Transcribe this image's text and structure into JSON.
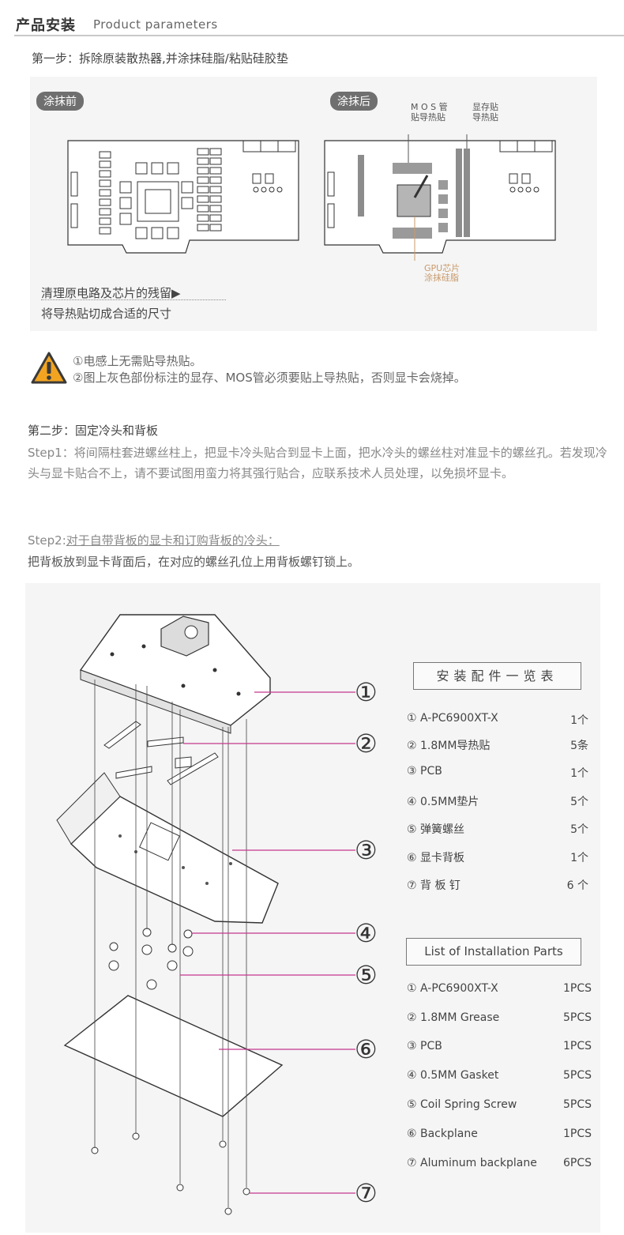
{
  "header": {
    "title_cn": "产品安装",
    "title_en": "Product parameters"
  },
  "step_one": {
    "heading": "第一步：拆除原装散热器,并涂抹硅脂/粘贴硅胶垫",
    "tag_before": "涂抹前",
    "tag_after": "涂抹后",
    "mos_label_1": "M O S 管",
    "mos_label_2": "贴导热贴",
    "vram_label_1": "显存贴",
    "vram_label_2": "导热贴",
    "gpu_label_1": "GPU芯片",
    "gpu_label_2": "涂抹硅脂",
    "clean_text": "清理原电路及芯片的残留▶",
    "pad_text": "将导热贴切成合适的尺寸"
  },
  "warning": {
    "line1": "①电感上无需贴导热贴。",
    "line2": "②图上灰色部份标注的显存、MOS管必须要贴上导热贴，否则显卡会烧掉。",
    "color": "#f2a421"
  },
  "step_two": {
    "heading": "第二步：固定冷头和背板",
    "step1_text": "Step1：将间隔柱套进螺丝柱上，把显卡冷头贴合到显卡上面，把水冷头的螺丝柱对准显卡的螺丝孔。若发现冷头与显卡贴合不上，请不要试图用蛮力将其强行贴合，应联系技术人员处理，以免损坏显卡。",
    "step2_label": "Step2:",
    "step2_sub": "对于自带背板的显卡和订购背板的冷头：",
    "step2_text": "把背板放到显卡背面后，在对应的螺丝孔位上用背板螺钉锁上。"
  },
  "diagram": {
    "callouts": [
      "①",
      "②",
      "③",
      "④",
      "⑤",
      "⑥",
      "⑦"
    ],
    "callout_color": "#c4388e"
  },
  "parts_cn": {
    "title": "安装配件一览表",
    "items": [
      {
        "name": "① A-PC6900XT-X",
        "qty": "1个"
      },
      {
        "name": "② 1.8MM导热贴",
        "qty": "5条"
      },
      {
        "name": "③ PCB",
        "qty": "1个"
      },
      {
        "name": "④ 0.5MM垫片",
        "qty": "5个"
      },
      {
        "name": "⑤ 弹簧螺丝",
        "qty": "5个"
      },
      {
        "name": "⑥ 显卡背板",
        "qty": "1个"
      },
      {
        "name": "⑦ 背 板 钉",
        "qty": "6 个"
      }
    ]
  },
  "parts_en": {
    "title": "List of Installation Parts",
    "items": [
      {
        "name": "① A-PC6900XT-X",
        "qty": "1PCS"
      },
      {
        "name": "② 1.8MM Grease",
        "qty": "5PCS"
      },
      {
        "name": "③ PCB",
        "qty": "1PCS"
      },
      {
        "name": "④ 0.5MM Gasket",
        "qty": "5PCS"
      },
      {
        "name": "⑤ Coil Spring Screw",
        "qty": "5PCS"
      },
      {
        "name": "⑥ Backplane",
        "qty": "1PCS"
      },
      {
        "name": "⑦ Aluminum backplane",
        "qty": "6PCS"
      }
    ]
  }
}
